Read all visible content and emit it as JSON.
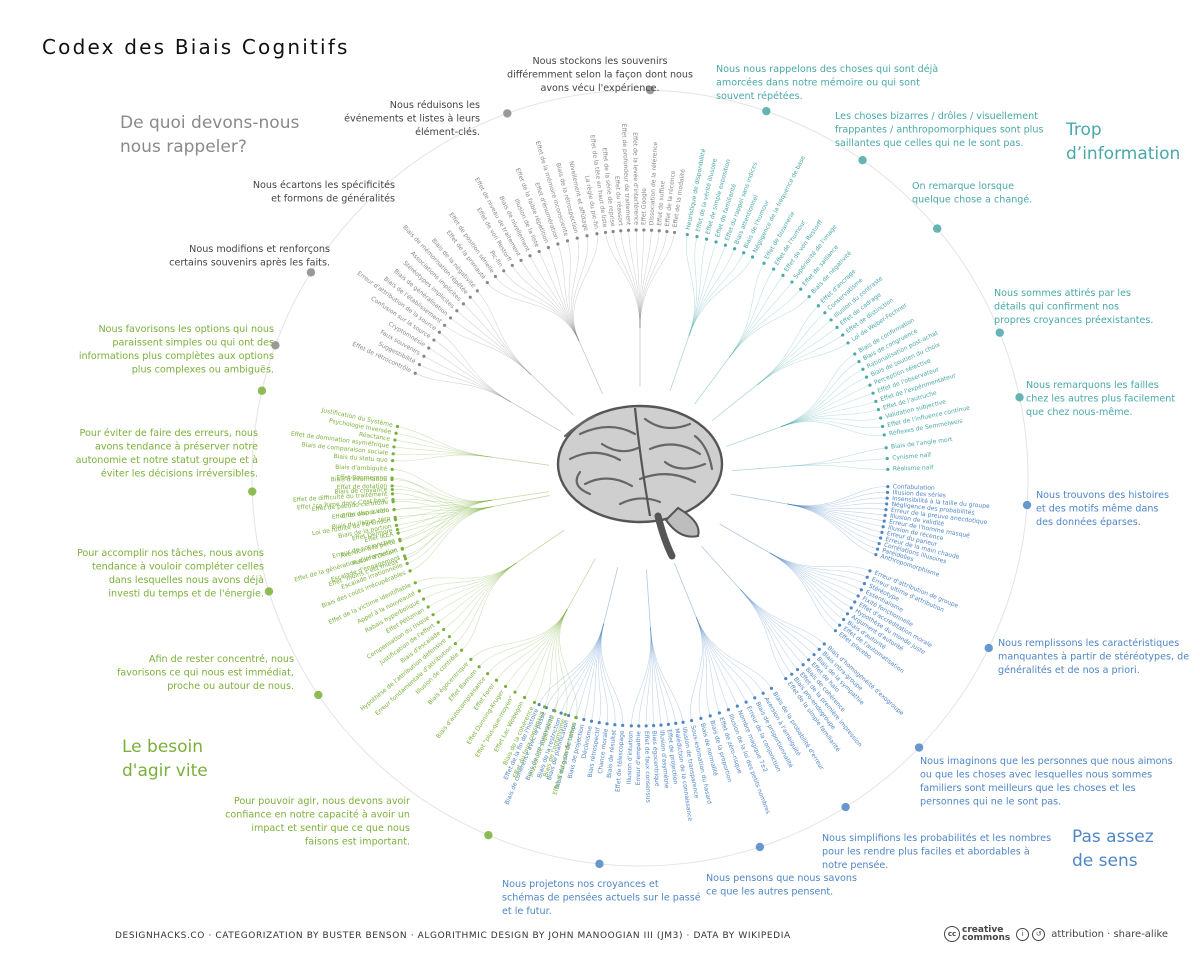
{
  "title": "Codex des Biais Cognitifs",
  "footer": "DESIGNHACKS.CO · CATEGORIZATION BY BUSTER BENSON · ALGORITHMIC DESIGN BY JOHN MANOOGIAN III (JM3) · DATA BY WIKIPEDIA",
  "license": {
    "logo_text": "cc",
    "logo_word_1": "creative",
    "logo_word_2": "commons",
    "text": "attribution · share-alike"
  },
  "colors": {
    "gray": "#888888",
    "teal": "#4aa8a8",
    "blue": "#4f86c6",
    "green": "#7ab03a",
    "line": "#cccccc"
  },
  "quadrants": [
    {
      "key": "memory",
      "lines": [
        "De quoi devons-nous",
        "nous rappeler?"
      ],
      "color": "gray"
    },
    {
      "key": "info",
      "lines": [
        "Trop",
        "d’information"
      ],
      "color": "teal"
    },
    {
      "key": "meaning",
      "lines": [
        "Pas assez",
        "de sens"
      ],
      "color": "blue"
    },
    {
      "key": "act",
      "lines": [
        "Le besoin",
        "d'agir vite"
      ],
      "color": "green"
    }
  ],
  "categories": [
    {
      "lines": [
        "Nous stockons les souvenirs",
        "différemment selon la façon dont nous",
        "avons vécu l'expérience."
      ],
      "color": "gray"
    },
    {
      "lines": [
        "Nous réduisons les",
        "événements et listes à leurs",
        "élément-clés."
      ],
      "color": "gray"
    },
    {
      "lines": [
        "Nous écartons les spécificités",
        "et formons de généralités"
      ],
      "color": "gray"
    },
    {
      "lines": [
        "Nous modifions et renforçons",
        "certains souvenirs après les faits."
      ],
      "color": "gray"
    },
    {
      "lines": [
        "Nous nous rappelons des choses qui sont déjà",
        "amorcées dans notre mémoire ou qui sont",
        "souvent répétées."
      ],
      "color": "teal"
    },
    {
      "lines": [
        "Les choses bizarres / drôles / visuellement",
        "frappantes / anthropomorphiques sont plus",
        "saillantes que celles qui ne le sont pas."
      ],
      "color": "teal"
    },
    {
      "lines": [
        "On remarque lorsque",
        "quelque chose a changé."
      ],
      "color": "teal"
    },
    {
      "lines": [
        "Nous sommes attirés par les",
        "détails qui confirment nos",
        "propres croyances préexistantes."
      ],
      "color": "teal"
    },
    {
      "lines": [
        "Nous remarquons les failles",
        "chez les autres plus facilement",
        "que chez nous-même."
      ],
      "color": "teal"
    },
    {
      "lines": [
        "Nous trouvons des histoires",
        "et des motifs même dans",
        "des données éparses."
      ],
      "color": "blue"
    },
    {
      "lines": [
        "Nous remplissons les caractéristiques",
        "manquantes à partir de stéréotypes, de",
        "généralités et de nos a priori."
      ],
      "color": "blue"
    },
    {
      "lines": [
        "Nous imaginons que les personnes que nous aimons",
        "ou que les choses avec lesquelles nous sommes",
        "familiers sont meilleurs que les choses et les",
        "personnes qui ne le sont pas."
      ],
      "color": "blue"
    },
    {
      "lines": [
        "Nous simplifions les probabilités et les nombres",
        "pour les rendre plus faciles et abordables à",
        "notre pensée."
      ],
      "color": "blue"
    },
    {
      "lines": [
        "Nous pensons que nous savons",
        "ce que les autres pensent."
      ],
      "color": "blue"
    },
    {
      "lines": [
        "Nous projetons nos croyances et",
        "schémas de pensées actuels sur le passé",
        "et le futur."
      ],
      "color": "blue"
    },
    {
      "lines": [
        "Nous favorisons les options qui nous",
        "paraissent simples ou qui ont des",
        "informations plus complètes aux options",
        "plus complexes ou ambiguës."
      ],
      "color": "green"
    },
    {
      "lines": [
        "Pour éviter de faire des erreurs, nous",
        "avons tendance à préserver notre",
        "autonomie et notre statut groupe et à",
        "éviter les décisions irréversibles."
      ],
      "color": "green"
    },
    {
      "lines": [
        "Pour accomplir nos tâches, nous avons",
        "tendance à vouloir compléter celles",
        "dans lesquelles nous avons déjà",
        "investi du temps et de l'énergie."
      ],
      "color": "green"
    },
    {
      "lines": [
        "Afin de rester concentré, nous",
        "favorisons ce qui nous est immédiat,",
        "proche ou autour de nous."
      ],
      "color": "green"
    },
    {
      "lines": [
        "Pour pouvoir agir, nous devons avoir",
        "confiance en notre capacité à avoir un",
        "impact et sentir que ce que nous",
        "faisons est important."
      ],
      "color": "green"
    }
  ],
  "groups": [
    {
      "color": "gray",
      "items": [
        "Effet de la tête en haut de liste",
        "Effet de la série de reprise",
        "Effet du réassort",
        "Effet de profondeur de traitement",
        "Effet de la levée d'interférence",
        "Effet Google",
        "Dissociation de la référence",
        "Effet de suffixe",
        "Effet de la récence",
        "Effet de la modalité"
      ]
    },
    {
      "color": "gray",
      "items": [
        "Effet de la primauté",
        "Effet de position sérielle",
        "Pic-fin",
        "Effet de von Restorff",
        "Effet de niveau de traitement",
        "Biais de nivellement",
        "Illusion de la liste",
        "Effet de la faible répétition",
        "Effet d'énumération",
        "Effet de la mémoire inconsciente",
        "Biais de la rétrospection",
        "Nivellement et affûtage",
        "La règle du pic-fin"
      ]
    },
    {
      "color": "gray",
      "items": [
        "Biais de l'établissement",
        "Biais de généralisation",
        "Stéréotypes implicites",
        "Associations implicites",
        "Biais de mémorisation répétée",
        "Biais de la négativité"
      ]
    },
    {
      "color": "gray",
      "items": [
        "Effet de rétrocontrôle",
        "Suggestibilité",
        "Faux souvenirs",
        "Cryptomnésie",
        "Confusion sur la source",
        "Erreur d'attribution de la source"
      ]
    },
    {
      "color": "teal",
      "items": [
        "Heuristique de disponibilité",
        "Effet de la vérité illusoire",
        "Effet de simple exposition",
        "Effet de familiarité",
        "Effet du rappel sans indices",
        "Biais attentionnel",
        "Biais de l'humour",
        "Négligence de la fréquence de base"
      ]
    },
    {
      "color": "teal",
      "items": [
        "Effet de bizarrerie",
        "Effet de l'humour",
        "Effet de von Restorff",
        "Supériorité de l'image",
        "Effet de saillance",
        "Biais de négativité"
      ]
    },
    {
      "color": "teal",
      "items": [
        "Effet d'ancrage",
        "Conservatisme",
        "Illusion du contraste",
        "Effet de cadrage",
        "Effet de distinction",
        "Loi de Weber-Fechner"
      ]
    },
    {
      "color": "teal",
      "items": [
        "Biais de confirmation",
        "Biais de congruence",
        "Rationalisation post-achat",
        "Biais de soutien du choix",
        "Perception sélective",
        "Effet de l'observateur",
        "Effet de l'expérimentateur",
        "Effet de l'autruche",
        "Validation subjective",
        "Effet de l'influence continue",
        "Réflexes de Semmelweis"
      ]
    },
    {
      "color": "teal",
      "items": [
        "Biais de l'angle mort",
        "Cynisme naïf",
        "Réalisme naïf"
      ]
    },
    {
      "color": "blue",
      "items": [
        "Confabulation",
        "Illusion des séries",
        "Insensibilité à la taille du groupe",
        "Négligence des probabilités",
        "Erreur de la preuve anecdotique",
        "Illusion de validité",
        "Erreur de l'homme masqué",
        "Illusion de récence",
        "Erreur du parieur",
        "Erreur de la main chaude",
        "Corrélations illusoires",
        "Paréidolies",
        "Anthropomorphisme"
      ]
    },
    {
      "color": "blue",
      "items": [
        "Erreur d'attribution de groupe",
        "Erreur ultime d'attribution",
        "Stéréotype",
        "Essentialisme",
        "Fixité fonctionnelle",
        "Effet d'accréditation morale",
        "Hypothèse du monde juste",
        "Argument d'autorité",
        "Biais d'autorité",
        "Effet de l'automatisation",
        "Effet placebo"
      ]
    },
    {
      "color": "blue",
      "items": [
        "Biais d'homogénéité d'exogroupe",
        "Biais intra-groupe",
        "Biais de la sympathie",
        "Effet de halo",
        "Biais de cohérence",
        "Effet de la première impression",
        "Biais pro-endogroupe",
        "Effet de la simple familiarité"
      ]
    },
    {
      "color": "blue",
      "items": [
        "Biais de la probabilité d'erreur",
        "Aversion à l'ambiguïté",
        "Biais de proportionnalité",
        "Erreur de la conjonction",
        "Nombre magique 7±2",
        "Illusion de la loi des petits nombres",
        "Effet de zéro-risque",
        "Biais de la proportion",
        "Biais de normalité",
        "Sous-estimation du hasard"
      ]
    },
    {
      "color": "blue",
      "items": [
        "Illusion de transparence",
        "Malédiction de la connaissance",
        "Effet de projection",
        "Illusion d'asymétrie",
        "Biais égocentrique",
        "Effet de faux consensus",
        "Erreur d'empathie",
        "Illusion d'intuition"
      ]
    },
    {
      "color": "blue",
      "items": [
        "Effet de télescopage",
        "Biais de résultat",
        "Chance morale",
        "Biais rétrospectif",
        "Déclinisme",
        "Biais de projection",
        "Biais du gain de temps",
        "Biais de planification",
        "Biais de la restriction",
        "Biais de pro-innovation",
        "Biais de cohérence avec le passé",
        "Effet de la fin de l'histoire"
      ]
    },
    {
      "color": "green",
      "items": [
        "Effet \"moins c'est mieux\"",
        "Rasoir d'Occam",
        "Erreur de conjonction",
        "Effet Delmore",
        "Loi de futilité de Parkinson",
        "Effet abri à vélo",
        "Effet \"ça Rime donc c'est bon\"",
        "Biais de croyance",
        "Biais d'information",
        "Biais d'ambiguïté"
      ]
    },
    {
      "color": "green",
      "items": [
        "Biais du statu quo",
        "Biais de comparaison sociale",
        "Effet de domination asymétrique",
        "Réactance",
        "Psychologie Inversée",
        "Justification du Système"
      ]
    },
    {
      "color": "green",
      "items": [
        "Effet Boomerang",
        "Effet de dotation",
        "Effet de difficulté du traitement",
        "Effet de pseudo-certitude",
        "Effet de disposition",
        "Biais du risque zéro",
        "Biais de la portion",
        "Effet IKEA",
        "Aversion à la perte",
        "Effet de la génération d'information",
        "Escalade d'engagement",
        "Escalade irrationnelle",
        "Biais des coûts irrécupérables"
      ]
    },
    {
      "color": "green",
      "items": [
        "Effet de la victime identifiable",
        "Appel à la nouveauté",
        "Rabais hyperbolique",
        "Effet Pétlzman",
        "Compensation du risque",
        "Justification de l'effort",
        "Biais d'escalade",
        "Hypothèse de l'attribution défensive",
        "Erreur fondamentale d'attribution",
        "Illusion de contrôle"
      ]
    },
    {
      "color": "green",
      "items": [
        "Biais égocentrique",
        "Effet Barnum",
        "Biais d'autocomplaisance",
        "Effet Forer",
        "Effet Dunning-Kruger",
        "Effet \"plus-que-moyen\"",
        "Effet Lac Wobegon",
        "Biais de la cohérence",
        "Effet du faux consensus",
        "Illusion de supériorité",
        "Biais de l'optimisme",
        "Effet d'auto-confirmation"
      ]
    }
  ]
}
